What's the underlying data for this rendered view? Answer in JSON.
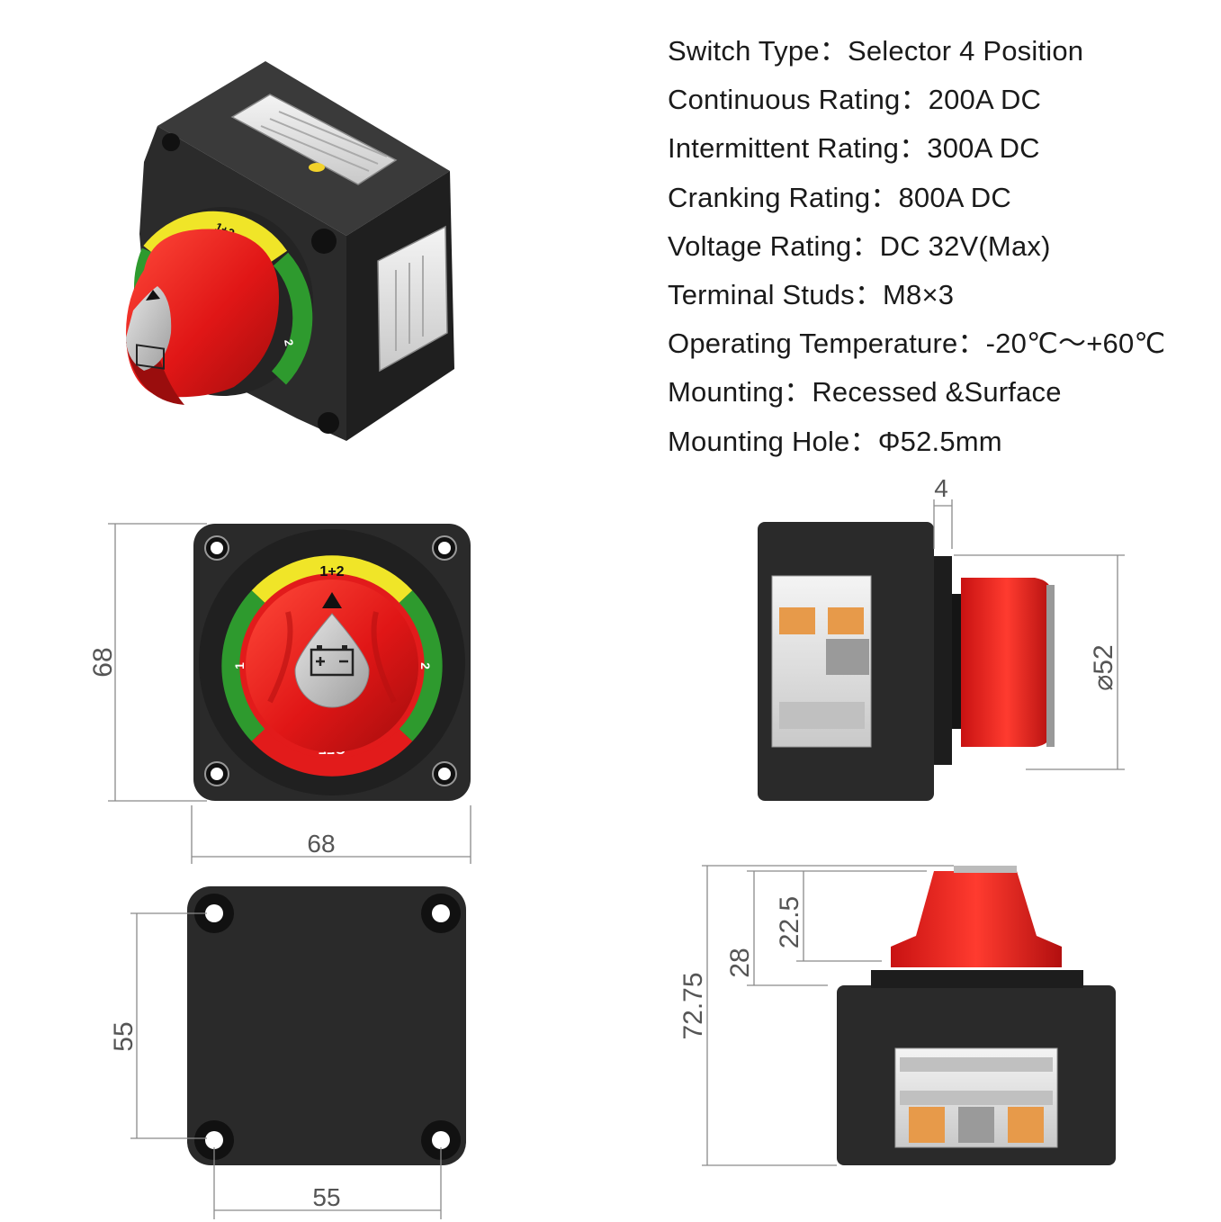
{
  "specs": [
    {
      "label": "Switch Type：",
      "value": "Selector 4 Position"
    },
    {
      "label": "Continuous Rating：",
      "value": "200A  DC"
    },
    {
      "label": "Intermittent Rating：",
      "value": "300A  DC"
    },
    {
      "label": "Cranking Rating：",
      "value": "800A  DC"
    },
    {
      "label": "Voltage Rating：",
      "value": "DC  32V(Max)"
    },
    {
      "label": "Terminal Studs：",
      "value": "M8×3"
    },
    {
      "label": "Operating Temperature：",
      "value": "-20℃～+60℃"
    },
    {
      "label": "Mounting：",
      "value": "Recessed &Surface"
    },
    {
      "label": "Mounting Hole：",
      "value": "Φ52.5mm"
    }
  ],
  "dial_labels": {
    "both": "1+2",
    "one": "1",
    "two": "2",
    "off": "OFF"
  },
  "dimensions": {
    "front_height": "68",
    "front_width": "68",
    "back_hole_vertical": "55",
    "back_hole_horizontal": "55",
    "side_flange": "4",
    "side_knob_diameter": "⌀52",
    "bottom_total_height": "72.75",
    "bottom_knob_base": "28",
    "bottom_knob_height": "22.5"
  },
  "colors": {
    "housing": "#2b2b2b",
    "knob_red": "#e21b1b",
    "ring_yellow": "#f0e528",
    "ring_green": "#2e9a2e",
    "battery_grey": "#c8c8c8",
    "dim_line": "#8a8a8a",
    "terminal_copper": "#e79a4a"
  },
  "icons": {
    "battery": "battery-icon",
    "pointer": "pointer-triangle-icon"
  }
}
